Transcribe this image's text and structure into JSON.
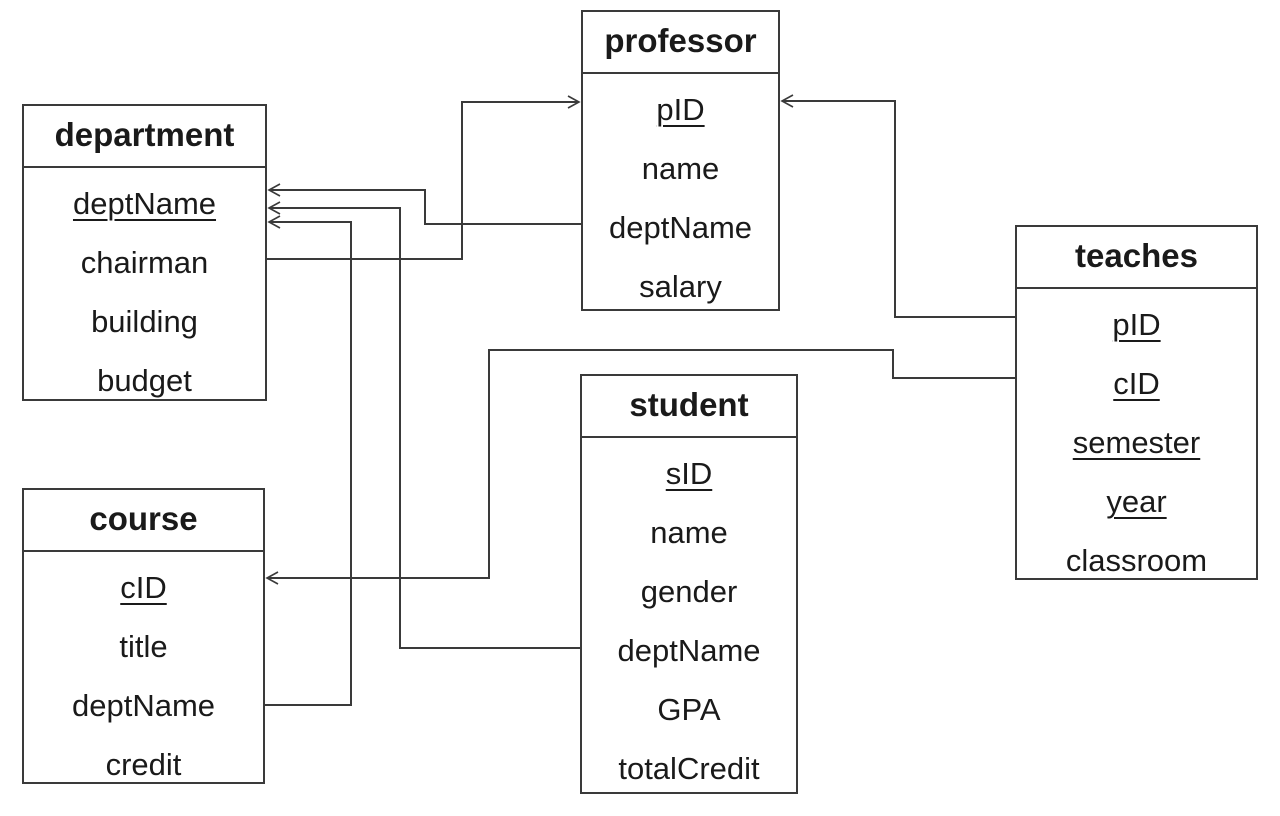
{
  "entities": {
    "department": {
      "name": "department",
      "attributes": [
        {
          "label": "deptName",
          "primary_key": true
        },
        {
          "label": "chairman",
          "primary_key": false
        },
        {
          "label": "building",
          "primary_key": false
        },
        {
          "label": "budget",
          "primary_key": false
        }
      ]
    },
    "professor": {
      "name": "professor",
      "attributes": [
        {
          "label": "pID",
          "primary_key": true
        },
        {
          "label": "name",
          "primary_key": false
        },
        {
          "label": "deptName",
          "primary_key": false
        },
        {
          "label": "salary",
          "primary_key": false
        }
      ]
    },
    "teaches": {
      "name": "teaches",
      "attributes": [
        {
          "label": "pID",
          "primary_key": true
        },
        {
          "label": "cID",
          "primary_key": true
        },
        {
          "label": "semester",
          "primary_key": true
        },
        {
          "label": "year",
          "primary_key": true
        },
        {
          "label": "classroom",
          "primary_key": false
        }
      ]
    },
    "student": {
      "name": "student",
      "attributes": [
        {
          "label": "sID",
          "primary_key": true
        },
        {
          "label": "name",
          "primary_key": false
        },
        {
          "label": "gender",
          "primary_key": false
        },
        {
          "label": "deptName",
          "primary_key": false
        },
        {
          "label": "GPA",
          "primary_key": false
        },
        {
          "label": "totalCredit",
          "primary_key": false
        }
      ]
    },
    "course": {
      "name": "course",
      "attributes": [
        {
          "label": "cID",
          "primary_key": true
        },
        {
          "label": "title",
          "primary_key": false
        },
        {
          "label": "deptName",
          "primary_key": false
        },
        {
          "label": "credit",
          "primary_key": false
        }
      ]
    }
  },
  "relationships": [
    {
      "from": "department.chairman",
      "to": "professor.pID"
    },
    {
      "from": "professor.deptName",
      "to": "department.deptName"
    },
    {
      "from": "student.deptName",
      "to": "department.deptName"
    },
    {
      "from": "course.deptName",
      "to": "department.deptName"
    },
    {
      "from": "teaches.pID",
      "to": "professor.pID"
    },
    {
      "from": "teaches.cID",
      "to": "course.cID"
    }
  ],
  "colors": {
    "line": "#3a3a3a",
    "text": "#1a1a1a",
    "background": "#ffffff"
  }
}
